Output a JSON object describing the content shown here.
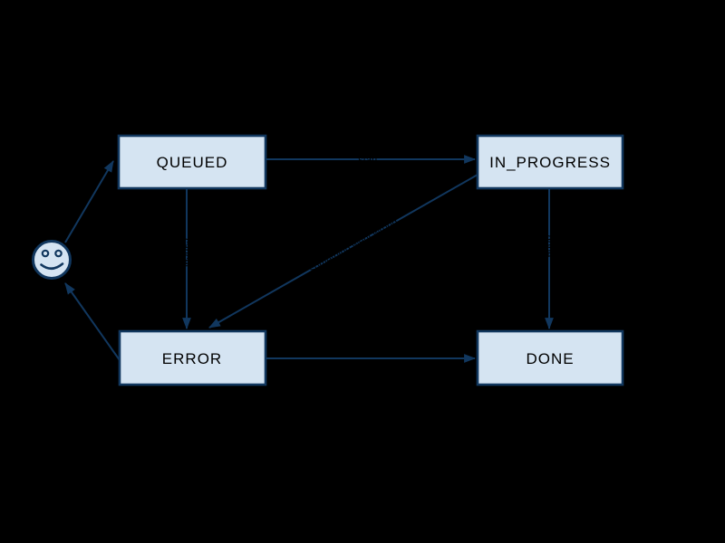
{
  "diagram": {
    "type": "state-machine",
    "background_color": "#000000",
    "node_fill_color": "#d5e4f2",
    "line_color": "#11375e",
    "node_text_color": "#000000",
    "edge_label_color": "#000000",
    "nodes": {
      "user": {
        "label": "",
        "shape": "smiley-face-actor"
      },
      "queued": {
        "label": "QUEUED"
      },
      "in_progress": {
        "label": "IN_PROGRESS"
      },
      "error": {
        "label": "ERROR"
      },
      "done": {
        "label": "DONE"
      }
    },
    "edges": [
      {
        "from": "user",
        "to": "queued",
        "label": ""
      },
      {
        "from": "queued",
        "to": "in_progress",
        "label": "start"
      },
      {
        "from": "queued",
        "to": "error",
        "label": "cancel"
      },
      {
        "from": "in_progress",
        "to": "error",
        "label": "something went wrong"
      },
      {
        "from": "in_progress",
        "to": "done",
        "label": "done"
      },
      {
        "from": "error",
        "to": "done",
        "label": ""
      },
      {
        "from": "error",
        "to": "user",
        "label": ""
      }
    ]
  }
}
